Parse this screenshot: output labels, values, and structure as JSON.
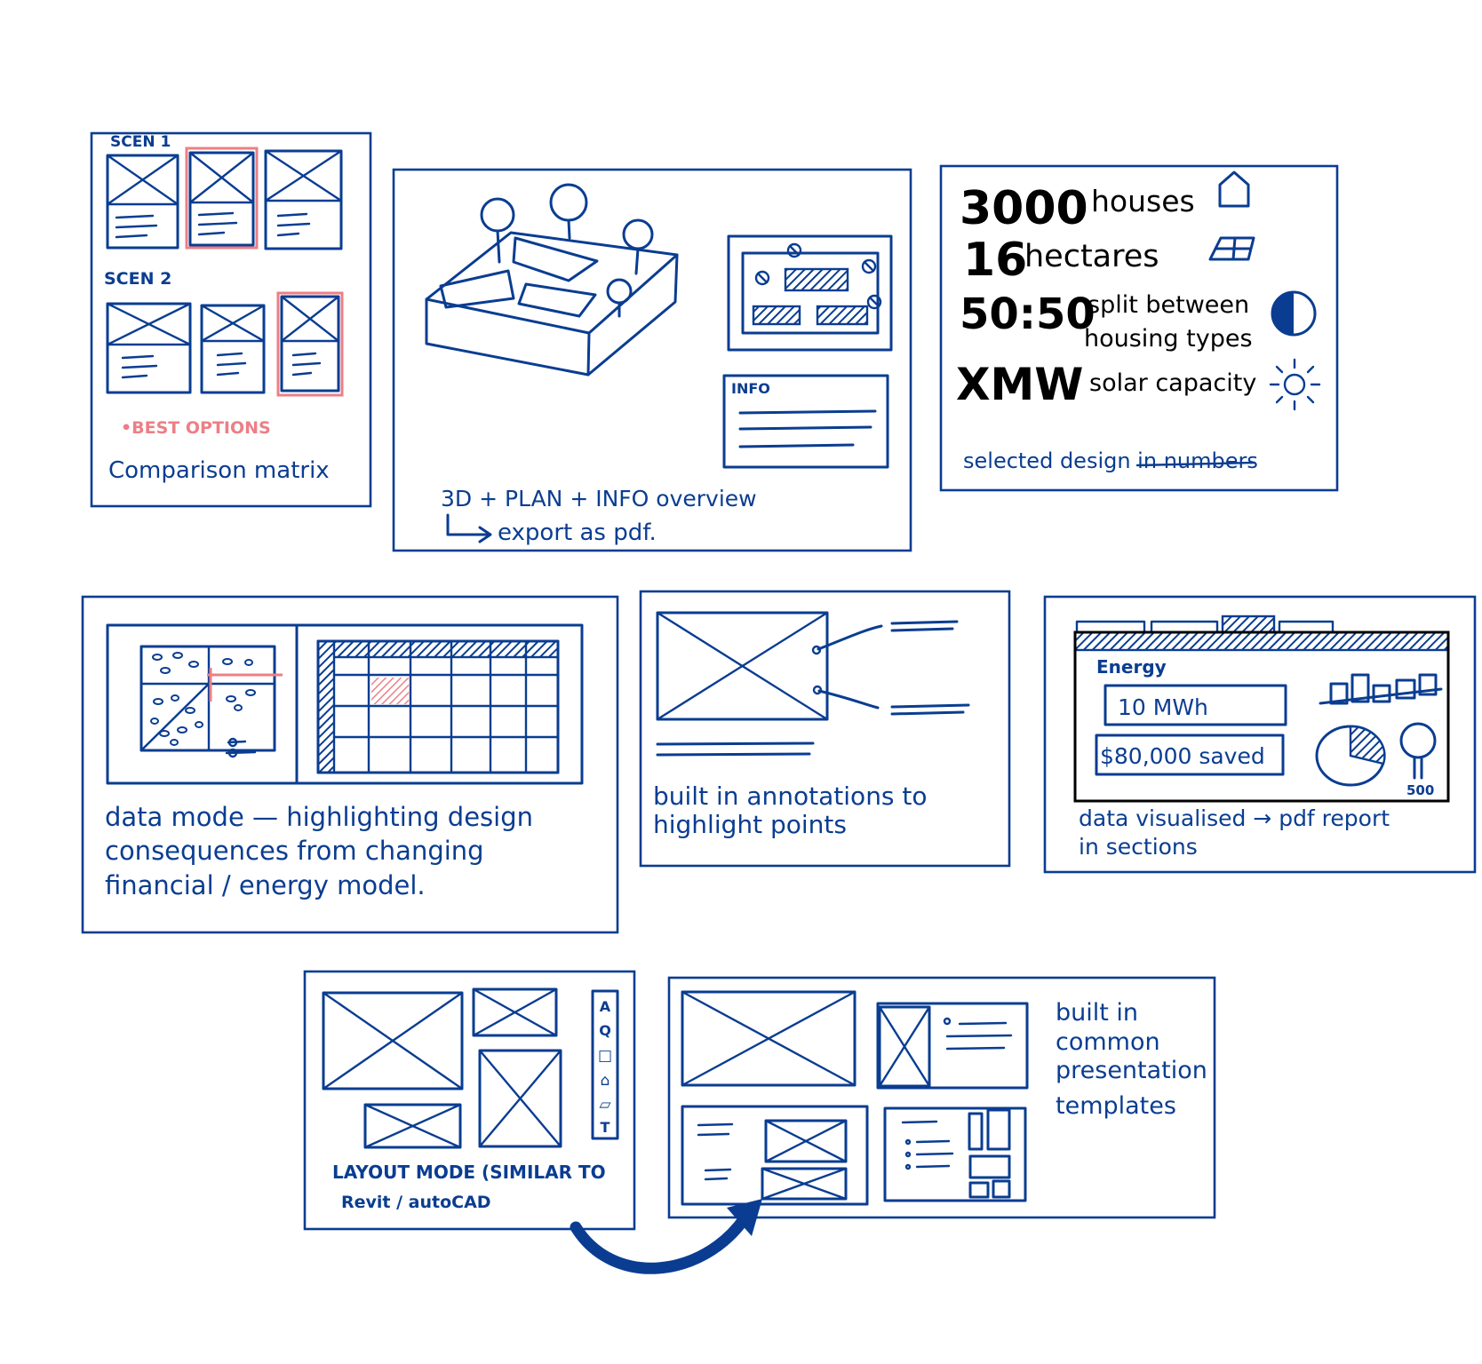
{
  "colors": {
    "ink": "#0a3d91",
    "highlight": "#ec7f86",
    "paper": "#ffffff"
  },
  "comparison": {
    "scen1": "SCEN 1",
    "scen2": "SCEN 2",
    "best_options": "•BEST OPTIONS",
    "caption": "Comparison matrix"
  },
  "overview": {
    "info_label": "INFO",
    "caption_line1": "3D + PLAN + INFO overview",
    "caption_line2": "export as pdf."
  },
  "numbers": {
    "stats": [
      {
        "value": "3000",
        "label": "houses",
        "icon": "house-icon"
      },
      {
        "value": "16",
        "label": "hectares",
        "icon": "grid-icon"
      },
      {
        "value": "50:50",
        "label": "split between",
        "label2": "housing types",
        "icon": "half-circle-icon"
      },
      {
        "value": "XMW",
        "label": "solar capacity",
        "icon": "sun-icon"
      }
    ],
    "caption": "selected design in numbers"
  },
  "data_mode": {
    "caption_line1": "data mode — highlighting design",
    "caption_line2": "consequences from changing",
    "caption_line3": "financial / energy model."
  },
  "annotations": {
    "caption_line1": "built in annotations to",
    "caption_line2": "highlight points"
  },
  "report": {
    "section_label": "Energy",
    "energy_value": "10 MWh",
    "savings_value": "$80,000 saved",
    "tree_count": "500",
    "caption_line1": "data visualised → pdf report",
    "caption_line2": "in sections"
  },
  "layout_mode": {
    "tools": [
      "A",
      "Q",
      "□",
      "⌂",
      "▱",
      "T"
    ],
    "caption_line1": "LAYOUT MODE (SIMILAR TO",
    "caption_line2": "Revit / autoCAD"
  },
  "templates": {
    "caption_line1": "built in",
    "caption_line2": "common",
    "caption_line3": "presentation",
    "caption_line4": "templates"
  }
}
